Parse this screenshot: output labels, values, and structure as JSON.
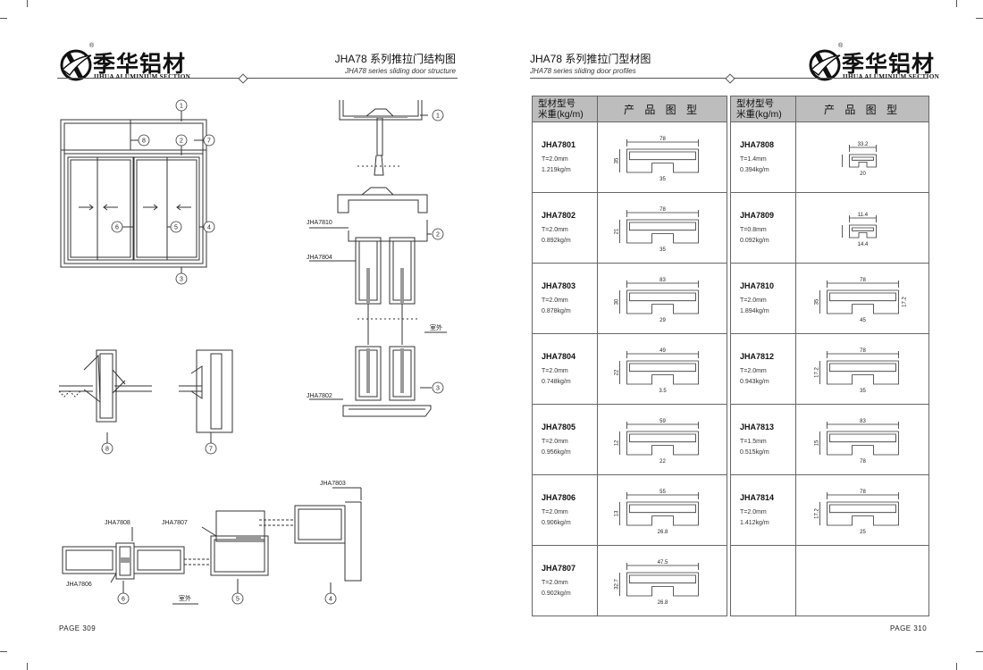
{
  "brand": {
    "name_cn": "季华铝材",
    "name_en": "JIHUA ALUMINIUM SECTION",
    "reg_mark": "®"
  },
  "left_page": {
    "title_cn": "JHA78 系列推拉门结构图",
    "title_en": "JHA78 series sliding door structure",
    "page_number": "PAGE 309",
    "callouts": [
      "1",
      "2",
      "3",
      "4",
      "5",
      "6",
      "7",
      "8"
    ],
    "labels": {
      "jha7810": "JHA7810",
      "jha7804": "JHA7804",
      "jha7802": "JHA7802",
      "jha7803": "JHA7803",
      "jha7808": "JHA7808",
      "jha7807": "JHA7807",
      "jha7806": "JHA7806",
      "outdoor": "室外"
    }
  },
  "right_page": {
    "title_cn": "JHA78 系列推拉门型材图",
    "title_en": "JHA78 series sliding door profiles",
    "page_number": "PAGE 310",
    "table_headers": {
      "model_line1": "型材型号",
      "model_line2": "米重(kg/m)",
      "image": "产 品 图 型"
    },
    "profiles_left": [
      {
        "code": "JHA7801",
        "thickness": "T=2.0mm",
        "weight": "1.219kg/m",
        "dims": [
          "78",
          "35",
          "35"
        ]
      },
      {
        "code": "JHA7802",
        "thickness": "T=2.0mm",
        "weight": "0.892kg/m",
        "dims": [
          "78",
          "35",
          "21"
        ]
      },
      {
        "code": "JHA7803",
        "thickness": "T=2.0mm",
        "weight": "0.878kg/m",
        "dims": [
          "83",
          "29",
          "30"
        ]
      },
      {
        "code": "JHA7804",
        "thickness": "T=2.0mm",
        "weight": "0.748kg/m",
        "dims": [
          "49",
          "3.5",
          "22"
        ]
      },
      {
        "code": "JHA7805",
        "thickness": "T=2.0mm",
        "weight": "0.956kg/m",
        "dims": [
          "59",
          "22",
          "12"
        ]
      },
      {
        "code": "JHA7806",
        "thickness": "T=2.0mm",
        "weight": "0.906kg/m",
        "dims": [
          "55",
          "26.8",
          "13"
        ]
      },
      {
        "code": "JHA7807",
        "thickness": "T=2.0mm",
        "weight": "0.902kg/m",
        "dims": [
          "47.5",
          "26.8",
          "32.7"
        ]
      }
    ],
    "profiles_right": [
      {
        "code": "JHA7808",
        "thickness": "T=1.4mm",
        "weight": "0.394kg/m",
        "dims": [
          "33.2",
          "20"
        ]
      },
      {
        "code": "JHA7809",
        "thickness": "T=0.8mm",
        "weight": "0.092kg/m",
        "dims": [
          "11.4",
          "14.4"
        ]
      },
      {
        "code": "JHA7810",
        "thickness": "T=2.0mm",
        "weight": "1.894kg/m",
        "dims": [
          "78",
          "45",
          "35",
          "17.2"
        ]
      },
      {
        "code": "JHA7812",
        "thickness": "T=2.0mm",
        "weight": "0.943kg/m",
        "dims": [
          "78",
          "35",
          "17.2"
        ]
      },
      {
        "code": "JHA7813",
        "thickness": "T=1.5mm",
        "weight": "0.515kg/m",
        "dims": [
          "83",
          "78",
          "15"
        ]
      },
      {
        "code": "JHA7814",
        "thickness": "T=2.0mm",
        "weight": "1.412kg/m",
        "dims": [
          "78",
          "25",
          "17.2"
        ]
      },
      {
        "code": "",
        "thickness": "",
        "weight": "",
        "dims": []
      }
    ]
  }
}
